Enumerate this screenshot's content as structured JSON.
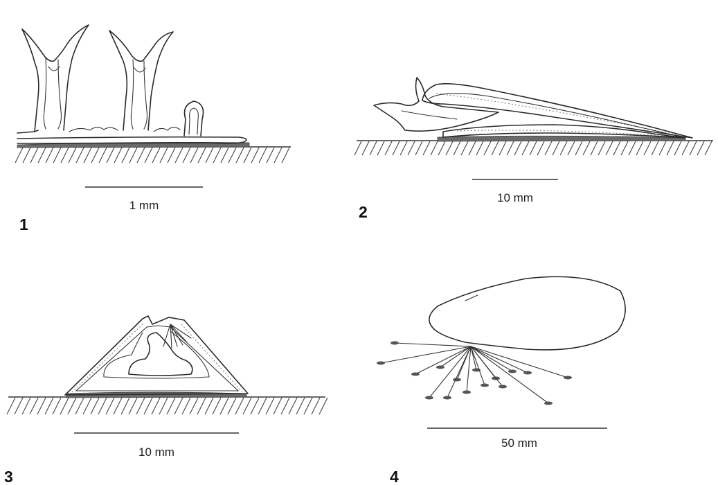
{
  "panels": [
    {
      "number": "1",
      "scale_label": "1 mm"
    },
    {
      "number": "2",
      "scale_label": "10 mm"
    },
    {
      "number": "3",
      "scale_label": "10 mm"
    },
    {
      "number": "4",
      "scale_label": "50 mm"
    }
  ],
  "colors": {
    "ink": "#2a2a2a",
    "background": "#ffffff"
  }
}
